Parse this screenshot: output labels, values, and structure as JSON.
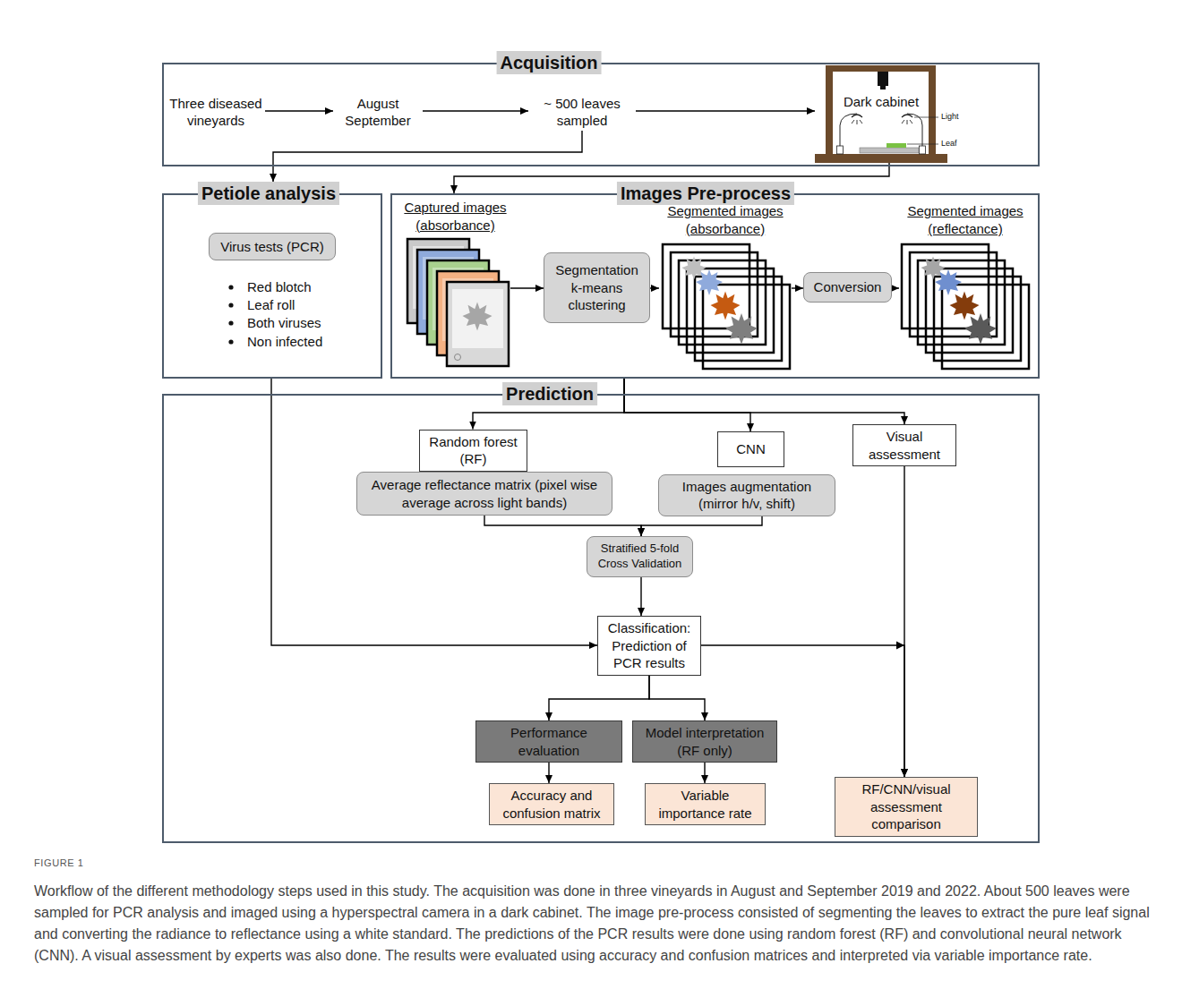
{
  "diagram": {
    "caption": "Workflow of the different methodology steps used in this study. The acquisition was done in three vineyards in August and September 2019 and 2022. About 500 leaves were sampled for PCR analysis and imaged using a hyperspectral camera in a dark cabinet. The image pre-process consisted of segmenting the leaves to extract the pure leaf signal and converting the radiance to reflectance using a white standard. The predictions of the PCR results were done using random forest (RF) and convolutional neural network (CNN). A visual assessment by experts was also done. The results were evaluated using accuracy and confusion matrices and interpreted via variable importance rate.",
    "nodes": [
      {
        "text": [
          "Acquisition"
        ]
      },
      {
        "text": [
          "Three diseased vineyards"
        ],
        "in": 0
      },
      {
        "text": [
          "August September"
        ],
        "in": 0
      },
      {
        "text": [
          "~ 500 leaves sampled"
        ],
        "in": 0
      },
      {
        "text": [
          "Dark cabinet"
        ],
        "in": 0
      },
      {
        "text": [
          "Petiole analysis"
        ]
      },
      {
        "text": [
          "Virus tests (PCR)"
        ],
        "in": 5
      },
      {
        "text": [
          "Images Pre-process"
        ]
      },
      {
        "text": [
          "Captured images (absorbance)"
        ],
        "in": 7
      },
      {
        "text": [
          "Segmentation k-means clustering"
        ],
        "in": 7
      },
      {
        "text": [
          "Segmented images (absorbance)"
        ],
        "in": 7
      },
      {
        "text": [
          "Conversion"
        ],
        "in": 7
      },
      {
        "text": [
          "Segmented images (reflectance)"
        ],
        "in": 7
      },
      {
        "text": [
          "Prediction"
        ]
      },
      {
        "text": [
          "Random forest (RF)"
        ],
        "in": 13
      },
      {
        "text": [
          "Average reflectance matrix (pixel wise average across light bands)"
        ],
        "in": 13
      },
      {
        "text": [
          "CNN"
        ],
        "in": 13
      },
      {
        "text": [
          "Images augmentation (mirror h/v, shift)"
        ],
        "in": 13
      },
      {
        "text": [
          "Visual assessment"
        ],
        "in": 13
      },
      {
        "text": [
          "Stratified 5-fold Cross Validation"
        ],
        "in": 13
      },
      {
        "text": [
          "Classification: Prediction of PCR results"
        ],
        "in": 13
      },
      {
        "text": [
          "Performance evaluation"
        ],
        "in": 13
      },
      {
        "text": [
          "Model interpretation (RF only)"
        ],
        "in": 13
      },
      {
        "text": [
          "Accuracy and confusion matrix"
        ],
        "in": 13
      },
      {
        "text": [
          "Variable importance rate"
        ],
        "in": 13
      },
      {
        "text": [
          "RF/CNN/visual assessment comparison"
        ],
        "in": 13
      }
    ],
    "edges": [
      {
        "from": 1,
        "to": 2,
        "arrow": "to"
      },
      {
        "from": 2,
        "to": 3,
        "arrow": "to"
      },
      {
        "from": 3,
        "to": 4,
        "arrow": "to"
      },
      {
        "from": 3,
        "to": 5,
        "arrow": "to"
      },
      {
        "from": 4,
        "to": 7,
        "arrow": "to"
      },
      {
        "from": 8,
        "to": 9,
        "arrow": "to"
      },
      {
        "from": 9,
        "to": 10,
        "arrow": "to"
      },
      {
        "from": 10,
        "to": 11,
        "arrow": "to"
      },
      {
        "from": 11,
        "to": 12,
        "arrow": "to"
      },
      {
        "from": 7,
        "to": 14,
        "arrow": "to"
      },
      {
        "from": 7,
        "to": 16,
        "arrow": "to"
      },
      {
        "from": 7,
        "to": 18,
        "arrow": "to"
      },
      {
        "from": 15,
        "to": 19,
        "arrow": "to"
      },
      {
        "from": 17,
        "to": 19,
        "arrow": "to"
      },
      {
        "from": 19,
        "to": 20,
        "arrow": "to"
      },
      {
        "from": 5,
        "to": 20,
        "arrow": "to"
      },
      {
        "from": 20,
        "to": 25,
        "arrow": "to"
      },
      {
        "from": 18,
        "to": 25,
        "arrow": "to"
      },
      {
        "from": 20,
        "to": 21,
        "arrow": "to"
      },
      {
        "from": 20,
        "to": 22,
        "arrow": "to"
      },
      {
        "from": 21,
        "to": 23,
        "arrow": "to"
      },
      {
        "from": 22,
        "to": 24,
        "arrow": "to"
      }
    ],
    "labels": [
      "Light",
      "Leaf",
      "Red blotch",
      "Leaf roll",
      "Both viruses",
      "Non infected",
      "FIGURE 1"
    ]
  }
}
